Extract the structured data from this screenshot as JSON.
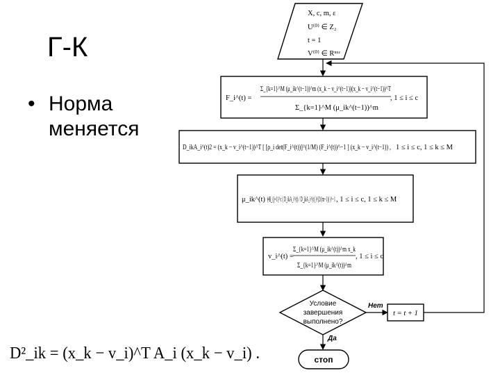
{
  "slide": {
    "title": "Г-К",
    "bullet": {
      "line1": "Норма",
      "line2": "меняется"
    }
  },
  "flowchart": {
    "init": {
      "line1": "X, c, m, ε",
      "line2": "U⁽⁰⁾ ∈ Z₂",
      "line3": "t = 1",
      "line4": "V⁽⁰⁾ ∈ Rⁿˣᶜ"
    },
    "step1": {
      "lhs": "F_i^(t) =",
      "numerator": "Σ_{k=1}^M (μ_ik^(t−1))^m (x_k − v_i^(t−1))(x_k − v_i^(t−1))^T",
      "denominator": "Σ_{k=1}^M (μ_ik^(t−1))^m",
      "cond": ", 1 ≤ i ≤ c"
    },
    "step2": {
      "formula": "D_ikA_i^(t)2 = (x_k − v_i^(t−1))^T [ [ρ_i det(F_i^(t))]^(1/M) (F_i^(t))^−1 ] (x_k − v_i^(t−1)) ,",
      "cond": "1 ≤ i ≤ c,  1 ≤ k ≤ M"
    },
    "step3": {
      "lhs": "μ_ik^(t) =",
      "formula": "( Σ_{j=1}^c ( D_ikA_i^(t) / D_jkA_i^(t) )^(2/(m−1)) )^−1",
      "cond": ",  1 ≤ i ≤ c,  1 ≤ k ≤ M"
    },
    "step4": {
      "lhs": "v_i^(t) =",
      "numerator": "Σ_{k=1}^M (μ_ik^(t))^m x_k",
      "denominator": "Σ_{k=1}^M (μ_ik^(t))^m",
      "cond": ",  1 ≤ i ≤ c"
    },
    "decision": {
      "line1": "Условие",
      "line2": "завершения",
      "line3": "выполнено?"
    },
    "no_label": "Нет",
    "yes_label": "Да",
    "increment": "t = t + 1",
    "stop": "стоп"
  },
  "bottom_formula": "D²_ik = (x_k − v_i)^T A_i (x_k − v_i) ."
}
